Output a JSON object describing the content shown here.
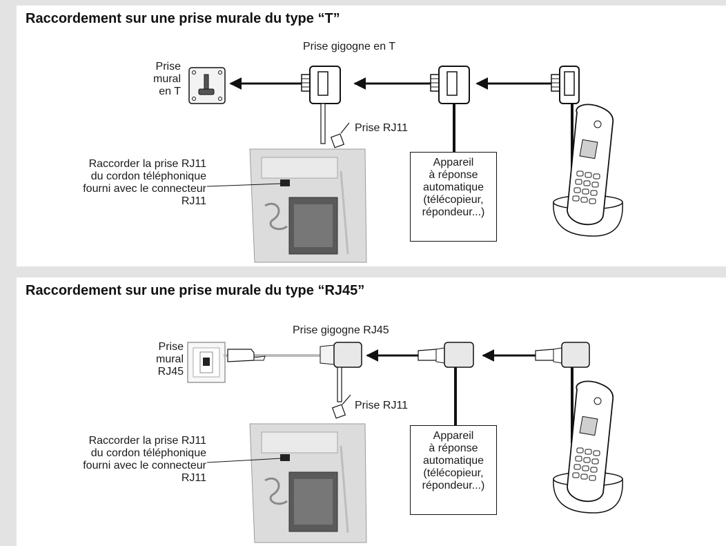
{
  "sections": [
    {
      "title": "Raccordement sur une prise murale du type “T”",
      "splitter_label": "Prise gigogne en T",
      "wall_label": [
        "Prise",
        "mural",
        "en T"
      ],
      "rj11_label": "Prise RJ11",
      "instruction": [
        "Raccorder la prise RJ11",
        "du cordon téléphonique",
        "fourni avec le connecteur",
        "RJ11"
      ],
      "device_box": [
        "Appareil",
        "à réponse",
        "automatique",
        "(télécopieur,",
        "répondeur...)"
      ]
    },
    {
      "title": "Raccordement sur une prise murale du type “RJ45”",
      "splitter_label": "Prise gigogne RJ45",
      "wall_label": [
        "Prise",
        "mural",
        "RJ45"
      ],
      "rj11_label": "Prise RJ11",
      "instruction": [
        "Raccorder la prise RJ11",
        "du cordon téléphonique",
        "fourni avec le connecteur",
        "RJ11"
      ],
      "device_box": [
        "Appareil",
        "à réponse",
        "automatique",
        "(télécopieur,",
        "répondeur...)"
      ]
    }
  ],
  "colors": {
    "page_background": "#e3e3e3",
    "panel_background": "#ffffff",
    "line": "#111111",
    "device_grey": "#d9d9d9"
  }
}
